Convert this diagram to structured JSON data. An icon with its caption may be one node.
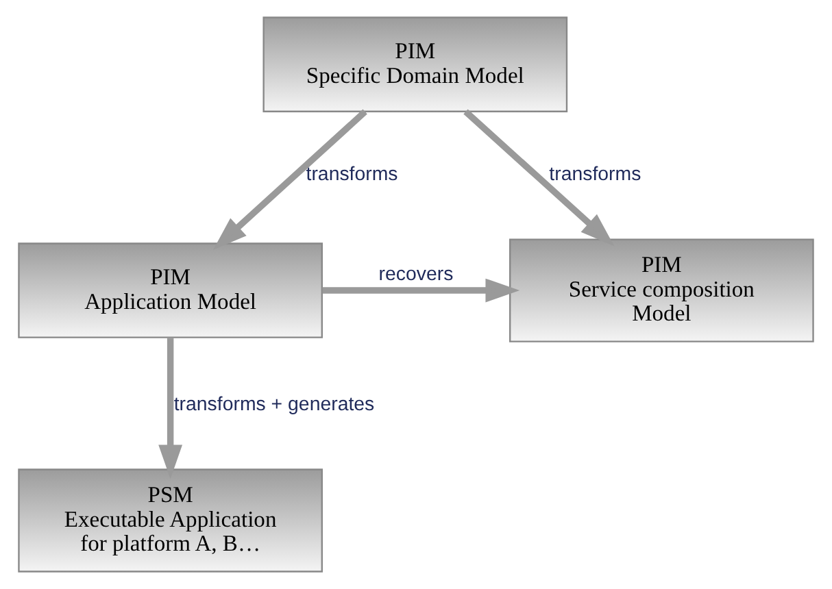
{
  "diagram": {
    "nodes": [
      {
        "text": [
          "PIM",
          "Specific Domain Model"
        ]
      },
      {
        "text": [
          "PIM",
          "Application Model"
        ]
      },
      {
        "text": [
          "PIM",
          "Service composition Model"
        ]
      },
      {
        "text": [
          "PSM",
          "Executable Application for platform A, B…"
        ]
      }
    ],
    "edges": [
      {
        "from": 0,
        "to": 1,
        "arrow": "to",
        "label": "transforms"
      },
      {
        "from": 0,
        "to": 2,
        "arrow": "to",
        "label": "transforms"
      },
      {
        "from": 1,
        "to": 2,
        "arrow": "to",
        "label": "recovers"
      },
      {
        "from": 1,
        "to": 3,
        "arrow": "to",
        "label": "transforms + generates"
      }
    ]
  }
}
